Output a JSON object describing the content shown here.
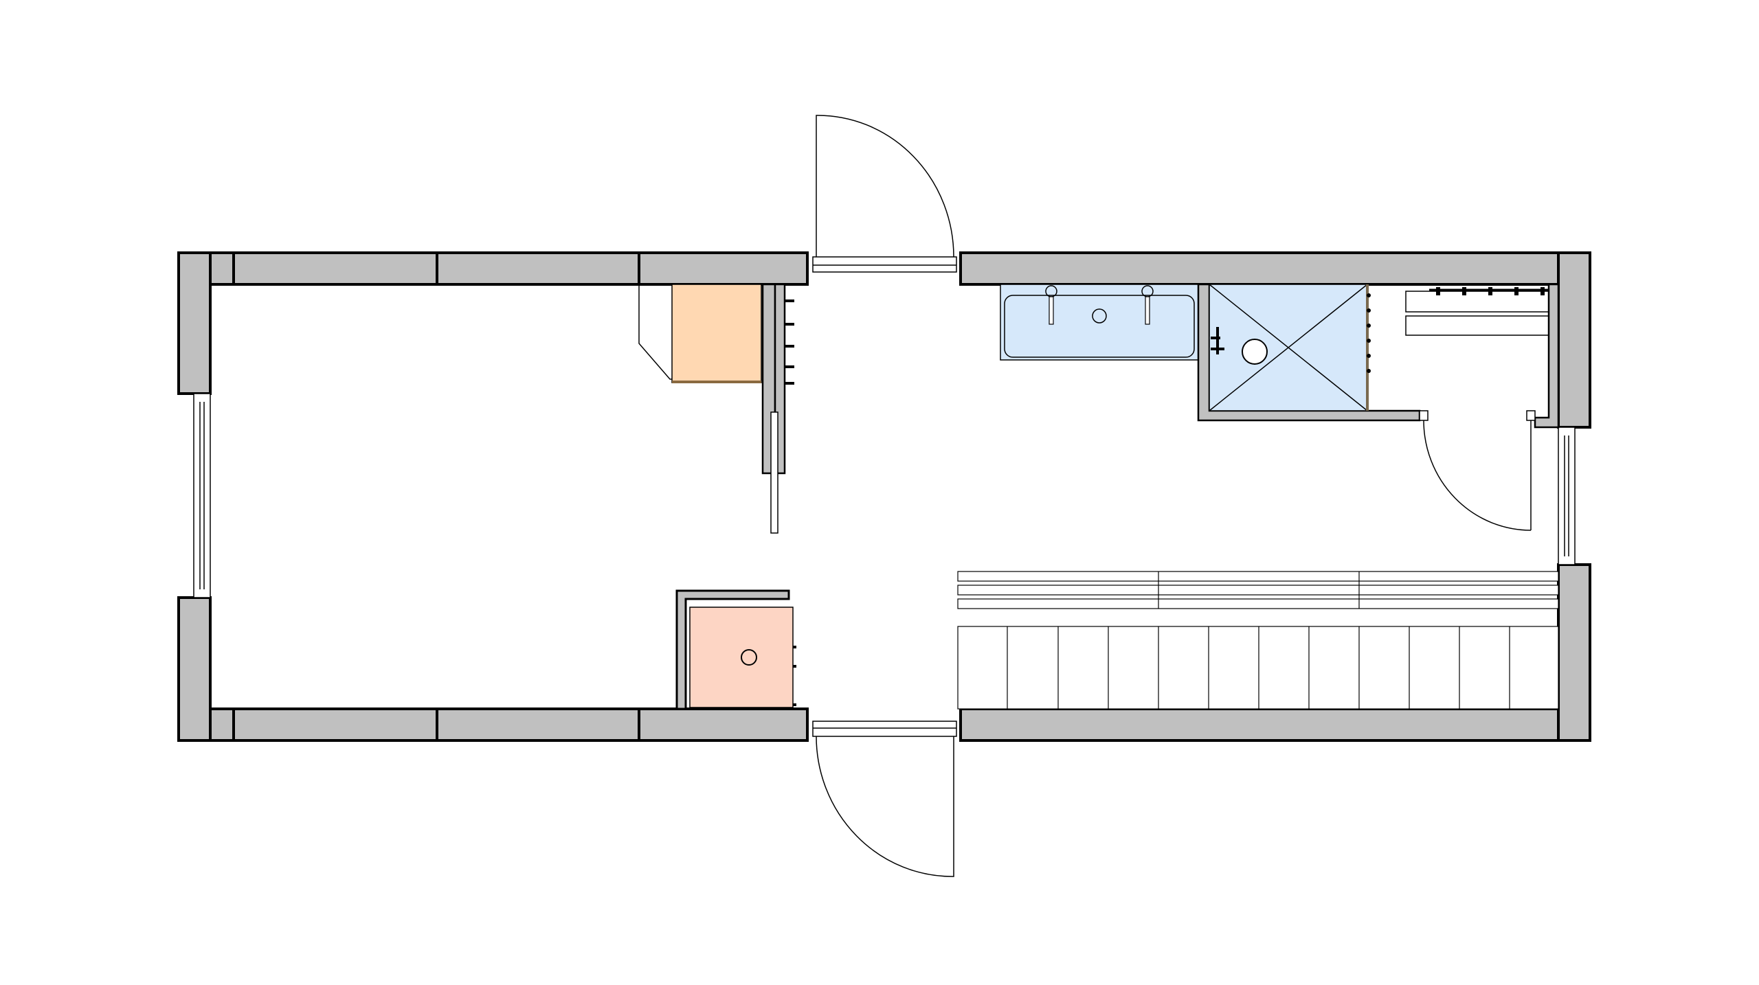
{
  "plan": {
    "view": "floor-plan",
    "labels": [],
    "colors": {
      "background": "#ffffff",
      "wall_fill": "#c0c0c0",
      "wall_stroke": "#000000",
      "fixture_stroke": "#000000",
      "bathroom_fixture_fill": "#d6e8fa",
      "kitchen_cabinet_fill": "#ffd8b2",
      "appliance_fill": "#fdd5c4"
    },
    "rooms": [
      "living-area",
      "entry-hall",
      "bathroom",
      "closet",
      "kitchen-counter"
    ],
    "doors": [
      "north-entry-door",
      "south-entry-door",
      "closet-door"
    ],
    "windows": [
      "west-window",
      "east-window"
    ]
  }
}
